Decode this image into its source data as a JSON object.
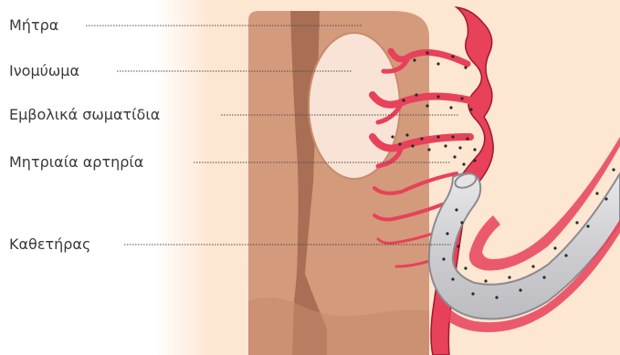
{
  "labels": [
    {
      "id": "uterus",
      "text": "Μήτρα"
    },
    {
      "id": "fibroid",
      "text": "Ινομύωμα"
    },
    {
      "id": "embolic-particles",
      "text": "Εμβολικά σωματίδια"
    },
    {
      "id": "uterine-artery",
      "text": "Μητριαία αρτηρία"
    },
    {
      "id": "catheter",
      "text": "Καθετήρας"
    }
  ],
  "colors": {
    "background_skin": "#fde6d2",
    "uterus_wall": "#d49a7c",
    "uterus_cavity": "#a86f55",
    "fibroid": "#f9e3d6",
    "artery": "#e8415a",
    "artery_outline": "#9c1a30",
    "catheter_fill": "#d9d9dc",
    "catheter_outline": "#8b8b8f",
    "particle": "#2a2a2a",
    "leader_line": "#4a4a4a"
  }
}
